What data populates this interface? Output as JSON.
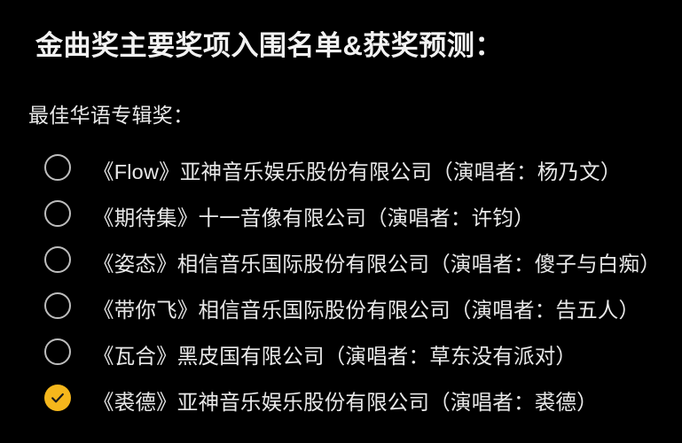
{
  "theme": {
    "background": "#000000",
    "title_color": "#f2f2f2",
    "text_color": "#e8e8e8",
    "radio_outline_color": "#bdbdbd",
    "accent_color": "#f5b71c",
    "check_color": "#1a1a1a"
  },
  "header": {
    "title": "金曲奖主要奖项入围名单&获奖预测："
  },
  "section": {
    "label": "最佳华语专辑奖："
  },
  "nominees": [
    {
      "text": "《Flow》亚神音乐娱乐股份有限公司（演唱者：杨乃文）",
      "selected": false,
      "icon": "radio-unchecked-icon"
    },
    {
      "text": "《期待集》十一音像有限公司（演唱者：许钧）",
      "selected": false,
      "icon": "radio-unchecked-icon"
    },
    {
      "text": "《姿态》相信音乐国际股份有限公司（演唱者：傻子与白痴）",
      "selected": false,
      "icon": "radio-unchecked-icon"
    },
    {
      "text": "《带你飞》相信音乐国际股份有限公司（演唱者：告五人）",
      "selected": false,
      "icon": "radio-unchecked-icon"
    },
    {
      "text": "《瓦合》黑皮国有限公司（演唱者：草东没有派对）",
      "selected": false,
      "icon": "radio-unchecked-icon"
    },
    {
      "text": "《裘德》亚神音乐娱乐股份有限公司（演唱者：裘德）",
      "selected": true,
      "icon": "check-circle-icon"
    }
  ]
}
